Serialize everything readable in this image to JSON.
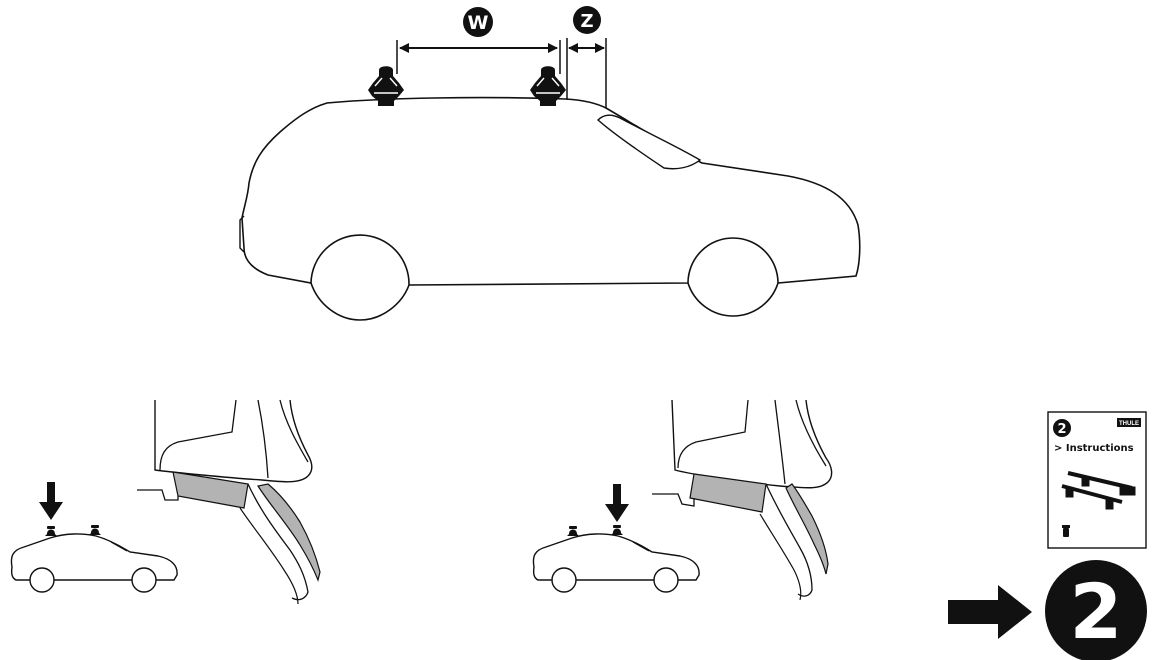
{
  "dimension_labels": {
    "w": "W",
    "z": "Z"
  },
  "booklet": {
    "step_number": "2",
    "title": "> Instructions",
    "brand": "THULE"
  },
  "next_step": {
    "number": "2"
  },
  "icons": {
    "arrow": "right-arrow-icon",
    "down_arrow": "down-arrow-icon",
    "foot": "roof-rack-foot-icon",
    "car": "car-silhouette-icon"
  },
  "colors": {
    "ink": "#111111",
    "pad_grey": "#b3b3b3",
    "badge": "#111111",
    "background": "#ffffff"
  }
}
